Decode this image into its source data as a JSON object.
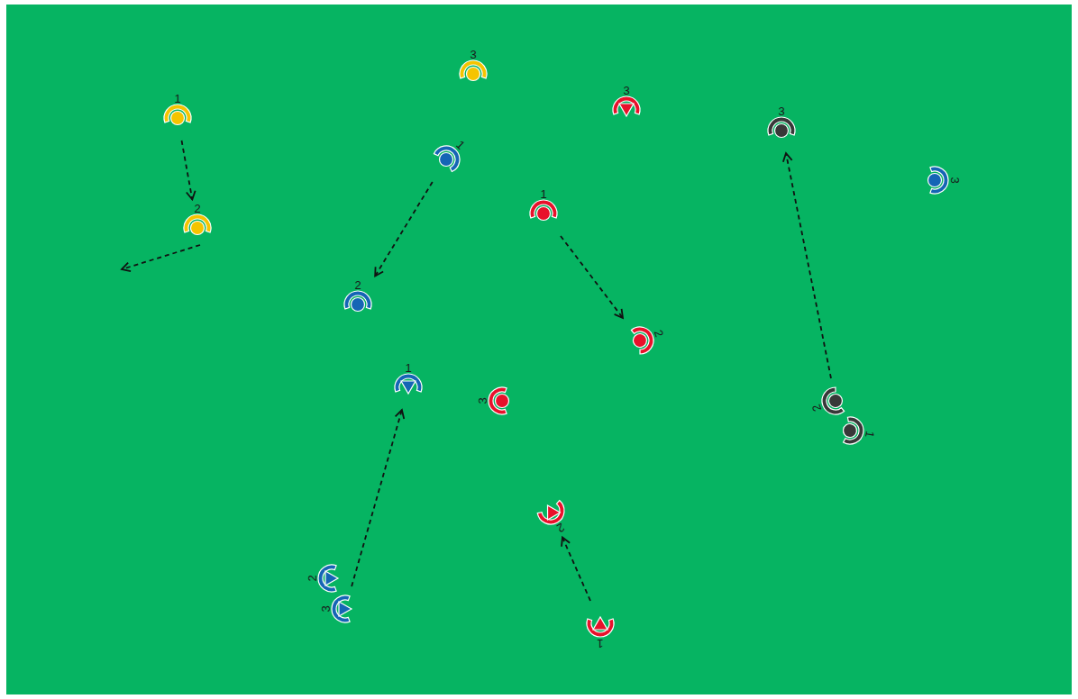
{
  "diagram": {
    "nodes": [
      {
        "text": [
          "3"
        ]
      },
      {
        "text": [
          "3"
        ]
      },
      {
        "text": [
          "1"
        ]
      },
      {
        "text": [
          "3"
        ]
      },
      {
        "text": [
          "1"
        ]
      },
      {
        "text": [
          "3"
        ]
      },
      {
        "text": [
          "1"
        ]
      },
      {
        "text": [
          "2"
        ]
      },
      {
        "text": [
          "2"
        ]
      },
      {
        "text": [
          "2"
        ]
      },
      {
        "text": [
          "1"
        ]
      },
      {
        "text": [
          "3"
        ]
      },
      {
        "text": [
          "2"
        ]
      },
      {
        "text": [
          "1"
        ]
      },
      {
        "text": [
          "2"
        ]
      },
      {
        "text": [
          "2"
        ]
      },
      {
        "text": [
          "3"
        ]
      },
      {
        "text": [
          "1"
        ]
      }
    ],
    "edges": [
      {
        "from": 2,
        "to": 7,
        "arrow": "to"
      },
      {
        "from": 4,
        "to": 8,
        "arrow": "to"
      },
      {
        "from": 6,
        "to": 9,
        "arrow": "to"
      },
      {
        "from": 12,
        "to": 3,
        "arrow": "to"
      },
      {
        "from": 16,
        "to": 10,
        "arrow": "to"
      },
      {
        "from": 17,
        "to": 14,
        "arrow": "to"
      }
    ]
  }
}
